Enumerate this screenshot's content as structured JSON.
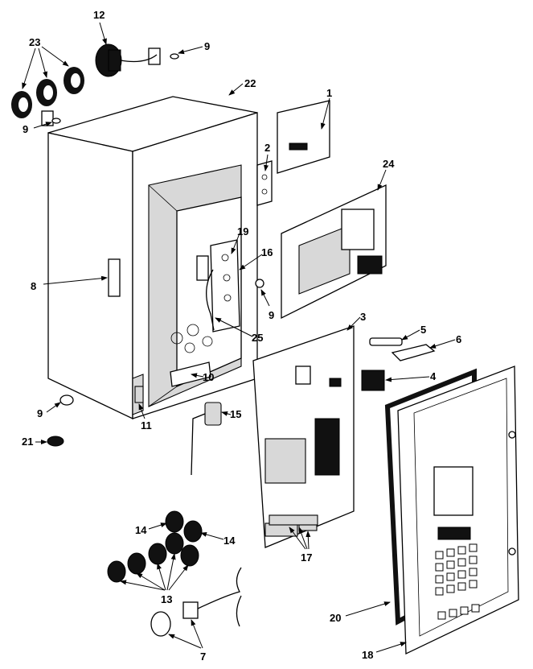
{
  "callouts": {
    "c12": "12",
    "c9a": "9",
    "c23": "23",
    "c22": "22",
    "c1": "1",
    "c9b": "9",
    "c2": "2",
    "c24": "24",
    "c19": "19",
    "c16": "16",
    "c8": "8",
    "c9c": "9",
    "c3": "3",
    "c5": "5",
    "c6": "6",
    "c25": "25",
    "c10": "10",
    "c4": "4",
    "c9d": "9",
    "c15": "15",
    "c21": "21",
    "c11": "11",
    "c14a": "14",
    "c14b": "14",
    "c17": "17",
    "c13": "13",
    "c20": "20",
    "c7": "7",
    "c18": "18"
  }
}
